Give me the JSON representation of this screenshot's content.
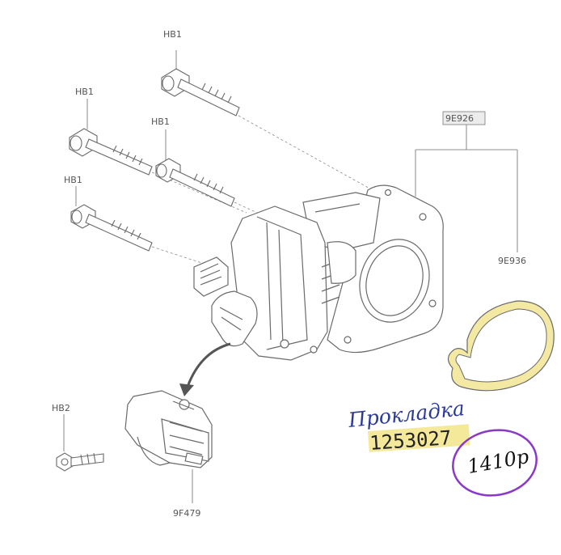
{
  "labels": {
    "bolt_top": "HB1",
    "bolt_left_upper": "HB1",
    "bolt_middle": "HB1",
    "bolt_left_lower": "HB1",
    "screw_small": "HB2",
    "throttle_body": "9E926",
    "gasket": "9E936",
    "actuator": "9F479"
  },
  "annotation": {
    "word": "Прокладка",
    "part_number": "1253027",
    "price": "1410р"
  },
  "colors": {
    "line": "#6a6a6a",
    "gasket_fill": "#f4e9a3",
    "ink_blue": "#2b3a9a",
    "marker_purple": "#8a38c7",
    "highlight": "#f2e58a"
  }
}
